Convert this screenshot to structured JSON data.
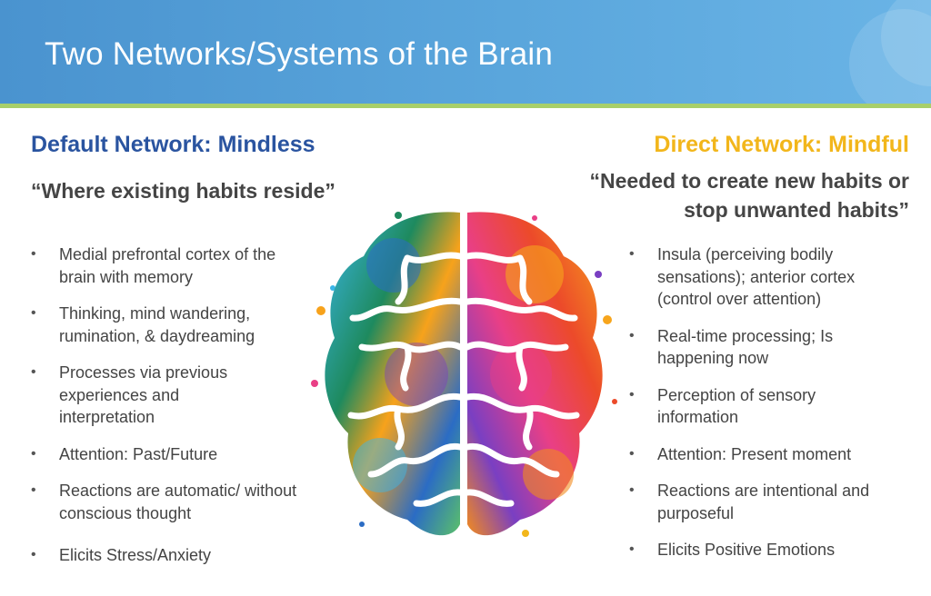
{
  "header": {
    "title": "Two Networks/Systems of the Brain"
  },
  "left": {
    "title": "Default Network: Mindless",
    "quote": "“Where existing habits reside”",
    "bullets": [
      "Medial prefrontal cortex of the brain with memory",
      "Thinking, mind wandering, rumination, & daydreaming",
      "Processes via previous experiences and interpretation",
      "Attention: Past/Future",
      "Reactions are automatic/ without conscious thought",
      "Elicits Stress/Anxiety"
    ]
  },
  "right": {
    "title": "Direct Network: Mindful",
    "quote_line1": "“Needed to create new habits or",
    "quote_line2": "stop unwanted habits”",
    "bullets": [
      "Insula (perceiving bodily sensations); anterior cortex (control over attention)",
      "Real-time processing; Is happening now",
      "Perception of sensory information",
      "Attention: Present moment",
      "Reactions are intentional and purposeful",
      "Elicits Positive Emotions"
    ]
  },
  "bullet_symbol": "•",
  "colors": {
    "header_blue": "#5aa6dc",
    "accent_green": "#a8cf6a",
    "left_title_blue": "#2a54a0",
    "right_title_gold": "#f2b61b",
    "body_text": "#444444"
  },
  "icons": {
    "illustration": "colorful-brain-illustration"
  }
}
